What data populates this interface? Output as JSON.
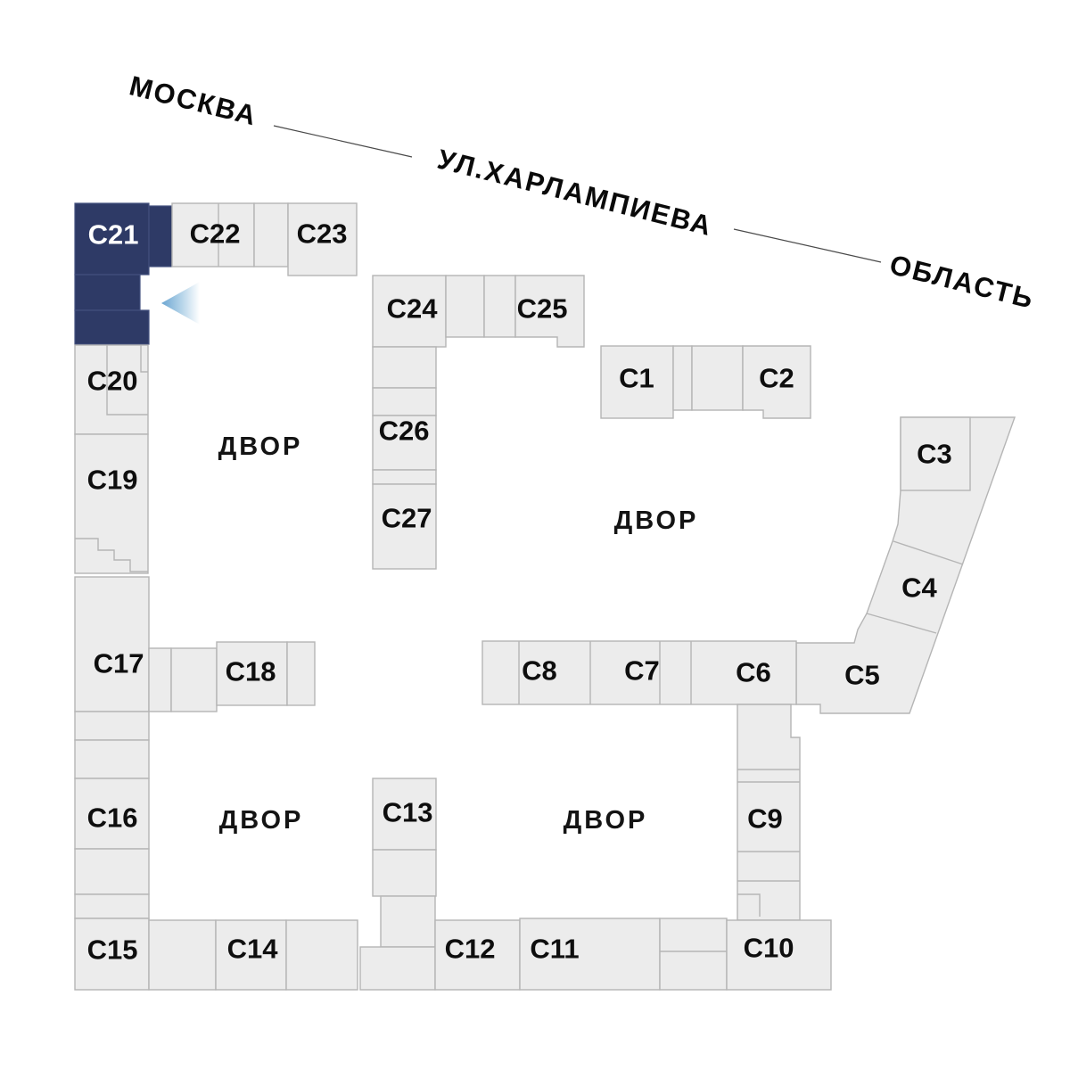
{
  "streets": {
    "city_label": "МОСКВА",
    "street_label": "УЛ.ХАРЛАМПИЕВА",
    "region_label": "ОБЛАСТЬ"
  },
  "courtyard_label": "ДВОР",
  "selected_building": "С21",
  "buildings": {
    "c1": {
      "label": "С1"
    },
    "c2": {
      "label": "С2"
    },
    "c3": {
      "label": "С3"
    },
    "c4": {
      "label": "С4"
    },
    "c5": {
      "label": "С5"
    },
    "c6": {
      "label": "С6"
    },
    "c7": {
      "label": "С7"
    },
    "c8": {
      "label": "С8"
    },
    "c9": {
      "label": "С9"
    },
    "c10": {
      "label": "С10"
    },
    "c11": {
      "label": "С11"
    },
    "c12": {
      "label": "С12"
    },
    "c13": {
      "label": "С13"
    },
    "c14": {
      "label": "С14"
    },
    "c15": {
      "label": "С15"
    },
    "c16": {
      "label": "С16"
    },
    "c17": {
      "label": "С17"
    },
    "c18": {
      "label": "С18"
    },
    "c19": {
      "label": "С19"
    },
    "c20": {
      "label": "С20"
    },
    "c21": {
      "label": "С21"
    },
    "c22": {
      "label": "С22"
    },
    "c23": {
      "label": "С23"
    },
    "c24": {
      "label": "С24"
    },
    "c25": {
      "label": "С25"
    },
    "c26": {
      "label": "С26"
    },
    "c27": {
      "label": "С27"
    }
  },
  "colors": {
    "background": "#ffffff",
    "building_fill": "#ececec",
    "building_stroke": "#b5b5b5",
    "selected_fill": "#2e3a66",
    "selected_text": "#ffffff",
    "label_text": "#0e0e0e",
    "arrow_blue": "#6ba6d2"
  }
}
